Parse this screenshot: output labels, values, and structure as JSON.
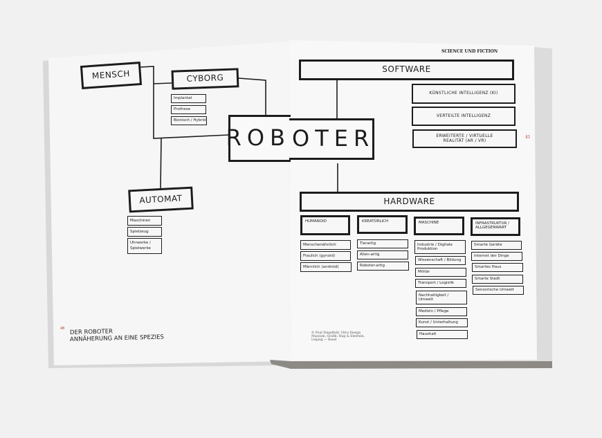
{
  "header": "SCIENCE UND FICTION",
  "center": {
    "part1": "ROB",
    "part2": "OTER"
  },
  "left": {
    "mensch": "MENSCH",
    "cyborg": {
      "label": "CYBORG",
      "items": [
        "Implantat",
        "Prothese",
        "Bionisch / Hybrid"
      ]
    },
    "automat": {
      "label": "AUTOMAT",
      "items": [
        "Maschinen",
        "Spielzeug",
        "Uhrwerke / Spielwerke"
      ]
    },
    "page_number": "48",
    "footer_title": "DER ROBOTER",
    "footer_subtitle": "ANNÄHERUNG AN EINE SPEZIES"
  },
  "right": {
    "software": {
      "label": "SOFTWARE",
      "items": [
        "KÜNSTLICHE INTELLIGENZ (KI)",
        "VERTEILTE INTELLIGENZ",
        "ERWEITERTE / VIRTUELLE REALITÄT (AR / VR)"
      ]
    },
    "hardware": {
      "label": "HARDWARE",
      "categories": [
        {
          "label": "HUMANOID",
          "items": [
            "Menschenähnlich",
            "Fraulich (gynoid)",
            "Männlich (android)"
          ]
        },
        {
          "label": "KREATÜRLICH",
          "items": [
            "Tierartig",
            "Alien-artig",
            "Roboter-artig"
          ]
        },
        {
          "label": "MASCHINE",
          "items": [
            "Industrie / Digitale Produktion",
            "Wissenschaft / Bildung",
            "Militär",
            "Transport / Logistik",
            "Nachhaltigkeit / Umwelt",
            "Medizin / Pflege",
            "Kunst / Unterhaltung",
            "Haushalt"
          ]
        },
        {
          "label": "INFRASTRUKTUR / ALLGEGENWART",
          "items": [
            "Smarte Geräte",
            "Internet der Dinge",
            "Smartes Haus",
            "Smarte Stadt",
            "Sensorische Umwelt"
          ]
        }
      ]
    },
    "page_number": "41",
    "credit": "© Paul Feigelfeld, Vitra Design Museum, Grafik: Hug & Eberlein, Leipzig — Basel"
  },
  "colors": {
    "ink": "#1c1c1c",
    "page_number": "#c0392b",
    "paper": "#f7f7f7"
  }
}
